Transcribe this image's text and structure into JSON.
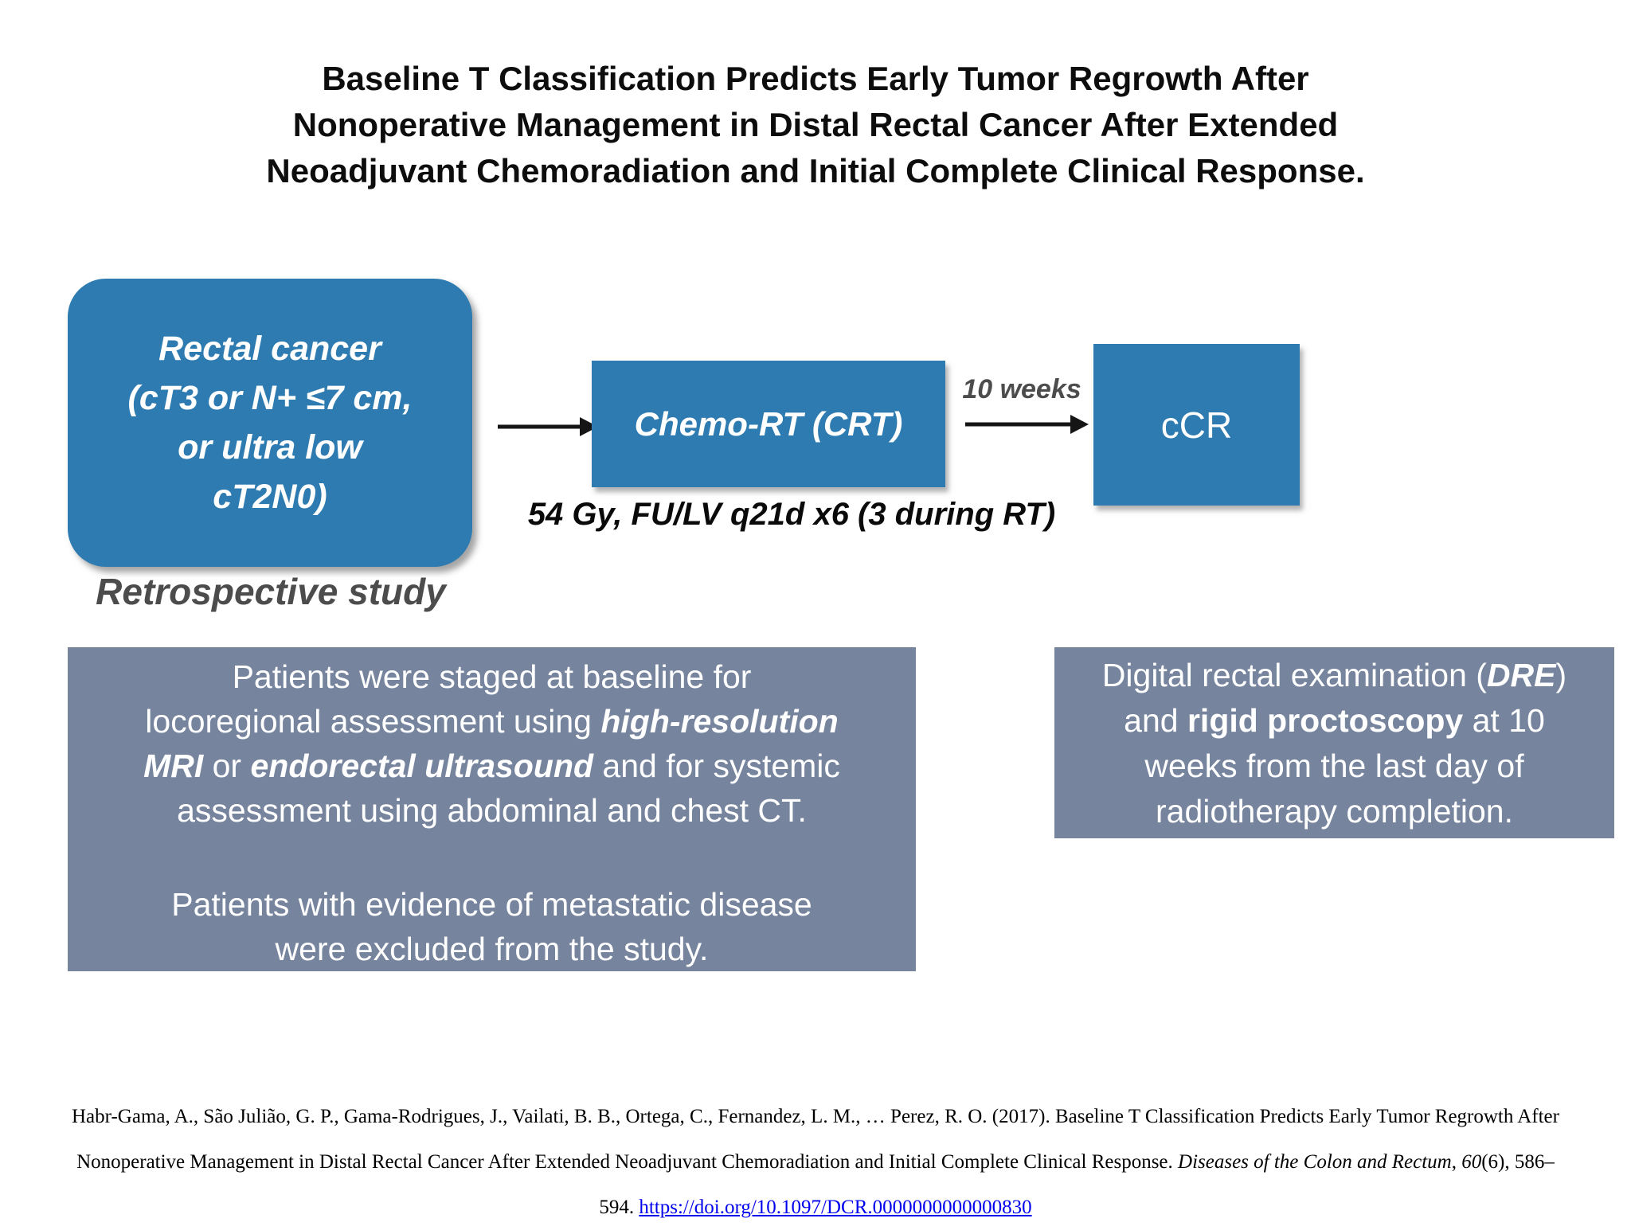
{
  "slide": {
    "title": {
      "line1": "Baseline T Classification Predicts Early Tumor Regrowth After",
      "line2": "Nonoperative Management in Distal Rectal Cancer After Extended",
      "line3": "Neoadjuvant Chemoradiation and Initial Complete Clinical Response."
    },
    "flow": {
      "population_box": {
        "line1": "Rectal cancer",
        "line2": "(cT3 or N+ ≤7 cm,",
        "line3": "or ultra low",
        "line4": "cT2N0)"
      },
      "study_type_label": "Retrospective study",
      "treatment_box": "Chemo-RT (CRT)",
      "treatment_caption": "54 Gy, FU/LV q21d x6 (3 during RT)",
      "interval_label": "10 weeks",
      "outcome_box": "cCR"
    },
    "notes": {
      "staging": {
        "p1_line1": "Patients were staged at baseline for",
        "p1_line2_normal": "locoregional assessment using ",
        "p1_line2_emphasis": "high-resolution",
        "p1_line3_emphasis1": "MRI",
        "p1_line3_normal1": " or ",
        "p1_line3_emphasis2": "endorectal ultrasound",
        "p1_line3_normal2": " and for systemic",
        "p1_line4": "assessment using abdominal and chest CT.",
        "p2_line1": "Patients with evidence of metastatic disease",
        "p2_line2": "were excluded from the study."
      },
      "assessment": {
        "line1_normal1": "Digital rectal examination (",
        "line1_emphasis": "DRE",
        "line1_normal2": ")",
        "line2_normal1": "and ",
        "line2_emphasis": "rigid proctoscopy",
        "line2_normal2": " at 10",
        "line3": "weeks from the last day of",
        "line4": "radiotherapy completion."
      }
    },
    "citation": {
      "line1": "Habr-Gama, A., São Julião, G. P., Gama-Rodrigues, J., Vailati, B. B., Ortega, C., Fernandez, L. M., … Perez, R. O. (2017). Baseline T Classification Predicts Early Tumor Regrowth After",
      "line2_normal1": "Nonoperative Management in Distal Rectal Cancer After Extended Neoadjuvant Chemoradiation and Initial Complete Clinical Response. ",
      "line2_italic1": "Diseases of the Colon and Rectum",
      "line2_normal2": ", ",
      "line2_italic2": "60",
      "line2_normal3": "(6), 586–",
      "line3_prefix": "594. ",
      "doi": "https://doi.org/10.1097/DCR.0000000000000830"
    },
    "colors": {
      "accent_blue": "#2D7BB0",
      "note_gray": "#76849E",
      "muted_label_gray": "#4C4C4C",
      "link_blue": "#0000EE"
    }
  }
}
